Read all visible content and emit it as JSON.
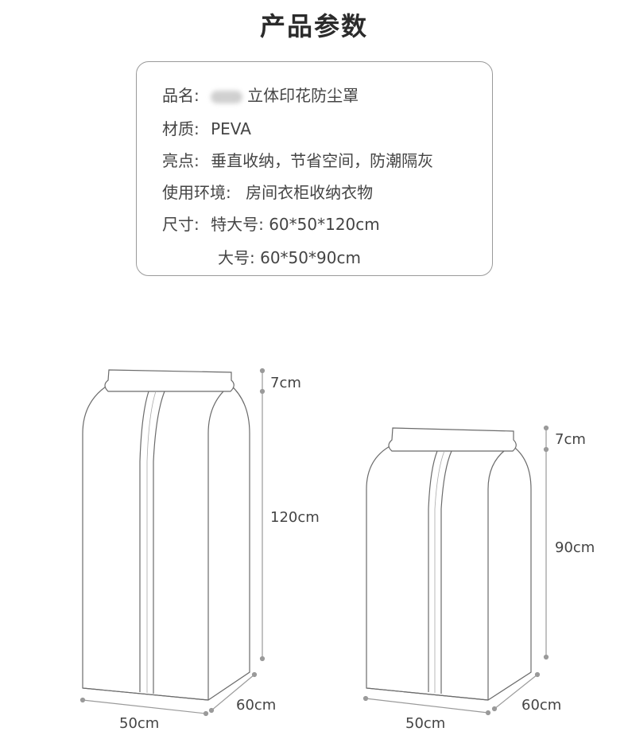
{
  "page": {
    "title": "产品参数"
  },
  "specs": {
    "name_label": "品名:",
    "name_value": "立体印花防尘罩",
    "material_label": "材质:",
    "material_value": "PEVA",
    "highlight_label": "亮点:",
    "highlight_value": "垂直收纳，节省空间，防潮隔灰",
    "env_label": "使用环境:",
    "env_value": "房间衣柜收纳衣物",
    "size_label": "尺寸:",
    "size_xl": "特大号: 60*50*120cm",
    "size_l": "大号: 60*50*90cm"
  },
  "diagram_large": {
    "top_height": "7cm",
    "body_height": "120cm",
    "width": "50cm",
    "depth": "60cm"
  },
  "diagram_small": {
    "top_height": "7cm",
    "body_height": "90cm",
    "width": "50cm",
    "depth": "60cm"
  }
}
